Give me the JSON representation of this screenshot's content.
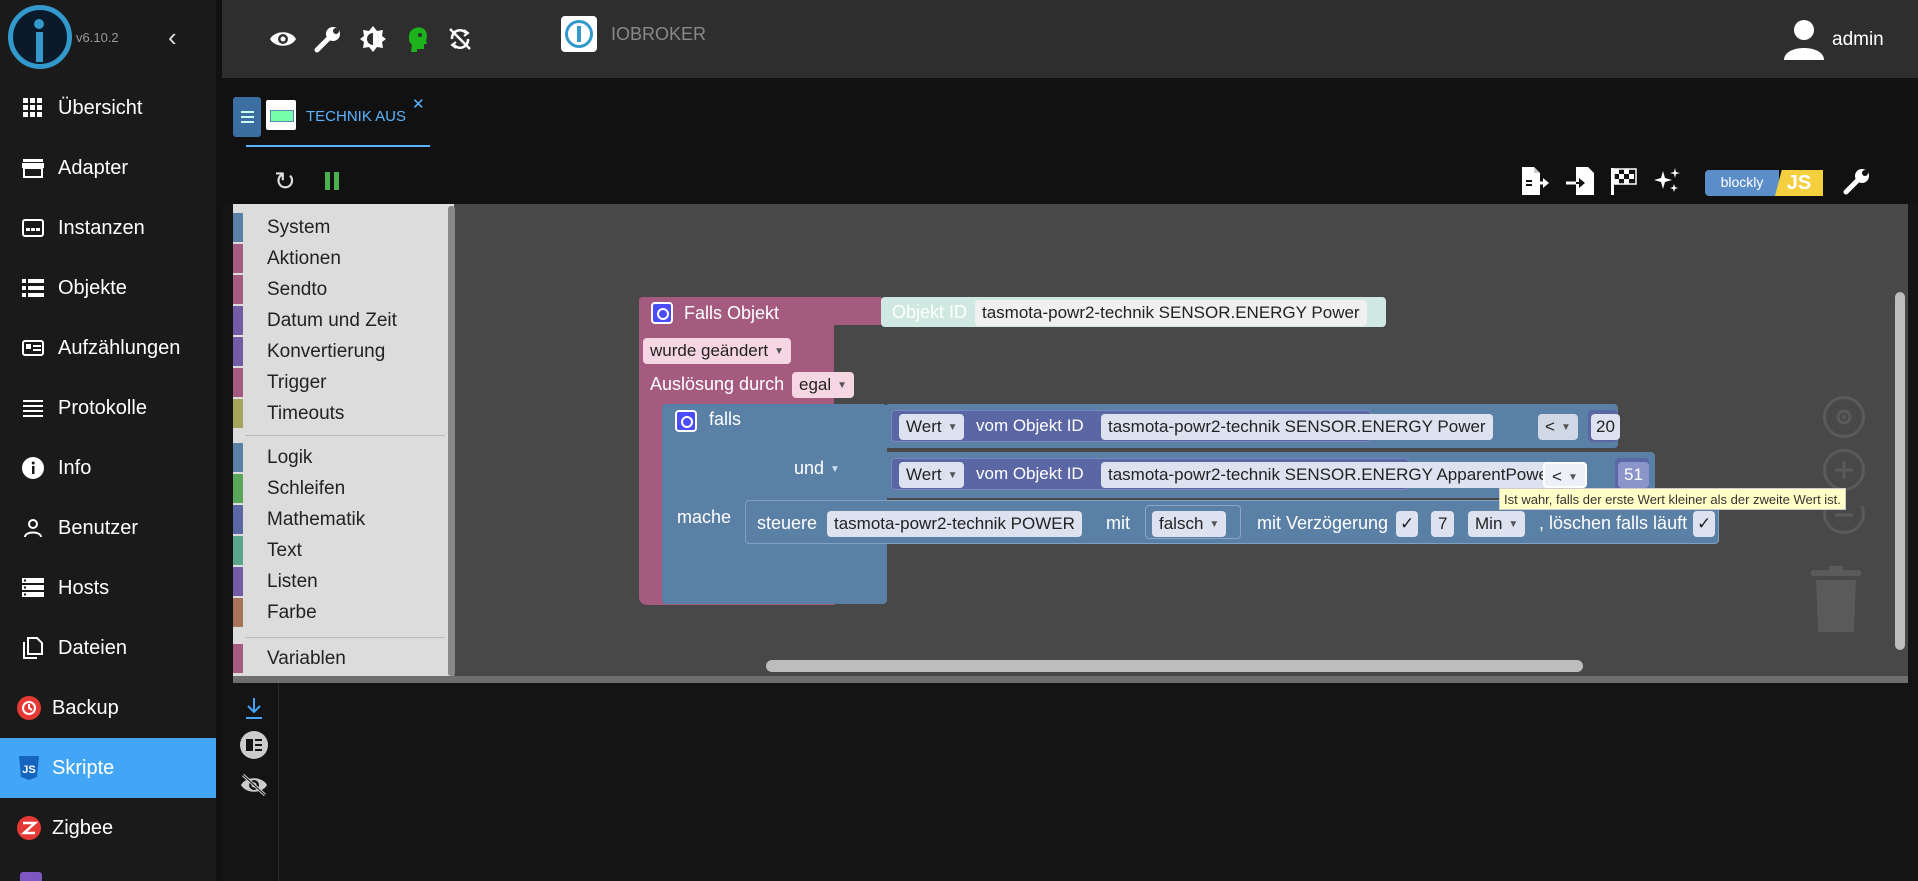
{
  "sidebar": {
    "version": "v6.10.2",
    "items": [
      {
        "label": "Übersicht",
        "icon": "grid-icon"
      },
      {
        "label": "Adapter",
        "icon": "store-icon"
      },
      {
        "label": "Instanzen",
        "icon": "instances-icon"
      },
      {
        "label": "Objekte",
        "icon": "list-icon"
      },
      {
        "label": "Aufzählungen",
        "icon": "enum-icon"
      },
      {
        "label": "Protokolle",
        "icon": "log-icon"
      },
      {
        "label": "Info",
        "icon": "info-icon"
      },
      {
        "label": "Benutzer",
        "icon": "user-icon"
      },
      {
        "label": "Hosts",
        "icon": "hosts-icon"
      },
      {
        "label": "Dateien",
        "icon": "files-icon"
      },
      {
        "label": "Backup",
        "icon": "backup-icon"
      },
      {
        "label": "Skripte",
        "icon": "js-icon"
      },
      {
        "label": "Zigbee",
        "icon": "zigbee-icon"
      }
    ],
    "active": "Skripte"
  },
  "topbar": {
    "brand": "IOBROKER",
    "user": "admin",
    "icons": [
      "eye-icon",
      "wrench-icon",
      "theme-icon",
      "expert-mode-icon",
      "sync-off-icon"
    ]
  },
  "tab": {
    "label": "TECHNIK AUS",
    "close": "✕"
  },
  "toolbar_icons": [
    "export-icon",
    "import-icon",
    "flag-icon",
    "magic-icon",
    "blockly-js-badge",
    "wrench-icon"
  ],
  "blockly_badge": {
    "left": "blockly",
    "right": "JS"
  },
  "toolbox": {
    "categories": [
      {
        "label": "System",
        "color": "#5b80a5"
      },
      {
        "label": "Aktionen",
        "color": "#a55b80"
      },
      {
        "label": "Sendto",
        "color": "#a55b80"
      },
      {
        "label": "Datum und Zeit",
        "color": "#745ba5"
      },
      {
        "label": "Konvertierung",
        "color": "#745ba5"
      },
      {
        "label": "Trigger",
        "color": "#a55b80"
      },
      {
        "label": "Timeouts",
        "color": "#a5a55b"
      },
      {
        "label": "Logik",
        "color": "#5b80a5"
      },
      {
        "label": "Schleifen",
        "color": "#5ba55b"
      },
      {
        "label": "Mathematik",
        "color": "#5b67a5"
      },
      {
        "label": "Text",
        "color": "#5ba58c"
      },
      {
        "label": "Listen",
        "color": "#745ba5"
      },
      {
        "label": "Farbe",
        "color": "#a5745b"
      },
      {
        "label": "Variablen",
        "color": "#a55b80"
      }
    ]
  },
  "blocks": {
    "trigger": {
      "title": "Falls Objekt",
      "object_id_label": "Objekt ID",
      "object_id": "tasmota-powr2-technik SENSOR.ENERGY  Power",
      "condition": "wurde geändert",
      "trigger_label": "Auslösung durch",
      "trigger_value": "egal"
    },
    "if_block": {
      "falls": "falls",
      "und": "und",
      "mache": "mache",
      "cond1": {
        "value_label": "Wert",
        "from_label": "vom Objekt ID",
        "object_id": "tasmota-powr2-technik SENSOR.ENERGY  Power",
        "op": "<",
        "number": "20"
      },
      "cond2": {
        "value_label": "Wert",
        "from_label": "vom Objekt ID",
        "object_id": "tasmota-powr2-technik SENSOR.ENERGY  ApparentPower",
        "op": "<",
        "number": "51"
      },
      "action": {
        "label": "steuere",
        "object_id": "tasmota-powr2-technik POWER",
        "with": "mit",
        "value": "falsch",
        "delay_label": "mit Verzögerung",
        "delay_check": "✓",
        "delay_value": "7",
        "unit": "Min",
        "clear_label": ", löschen falls läuft",
        "clear_check": "✓"
      }
    }
  },
  "tooltip": "Ist wahr, falls der erste Wert kleiner als der zweite Wert ist."
}
